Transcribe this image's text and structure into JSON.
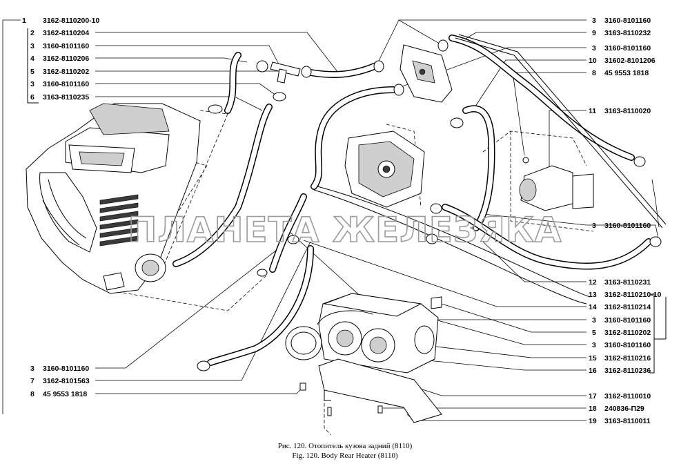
{
  "left_callouts": [
    {
      "num": "1",
      "code": "3162-8110200-10"
    },
    {
      "num": "2",
      "code": "3162-8110204"
    },
    {
      "num": "3",
      "code": "3160-8101160"
    },
    {
      "num": "4",
      "code": "3162-8110206"
    },
    {
      "num": "5",
      "code": "3162-8110202"
    },
    {
      "num": "3",
      "code": "3160-8101160"
    },
    {
      "num": "6",
      "code": "3163-8110235"
    }
  ],
  "left_bottom_callouts": [
    {
      "num": "3",
      "code": "3160-8101160"
    },
    {
      "num": "7",
      "code": "3162-8101563"
    },
    {
      "num": "8",
      "code": "45 9553 1818"
    }
  ],
  "right_callouts": [
    {
      "num": "3",
      "code": "3160-8101160"
    },
    {
      "num": "9",
      "code": "3163-8110232"
    },
    {
      "num": "3",
      "code": "3160-8101160"
    },
    {
      "num": "10",
      "code": "31602-8101206"
    },
    {
      "num": "8",
      "code": "45 9553 1818"
    },
    {
      "num": "11",
      "code": "3163-8110020"
    },
    {
      "num": "3",
      "code": "3160-8101160"
    },
    {
      "num": "12",
      "code": "3163-8110231"
    },
    {
      "num": "13",
      "code": "3162-8110210-10"
    },
    {
      "num": "14",
      "code": "3162-8110214"
    },
    {
      "num": "3",
      "code": "3160-8101160"
    },
    {
      "num": "5",
      "code": "3162-8110202"
    },
    {
      "num": "3",
      "code": "3160-8101160"
    },
    {
      "num": "15",
      "code": "3162-8110216"
    },
    {
      "num": "16",
      "code": "3162-8110236"
    },
    {
      "num": "17",
      "code": "3162-8110010"
    },
    {
      "num": "18",
      "code": "240836-П29"
    },
    {
      "num": "19",
      "code": "3163-8110011"
    }
  ],
  "watermark": "ПЛАНЕТА ЖЕЛЕЗЯКА",
  "caption": {
    "ru": "Рис. 120. Отопитель кузова задний (8110)",
    "en": "Fig. 120. Body Rear Heater (8110)"
  }
}
